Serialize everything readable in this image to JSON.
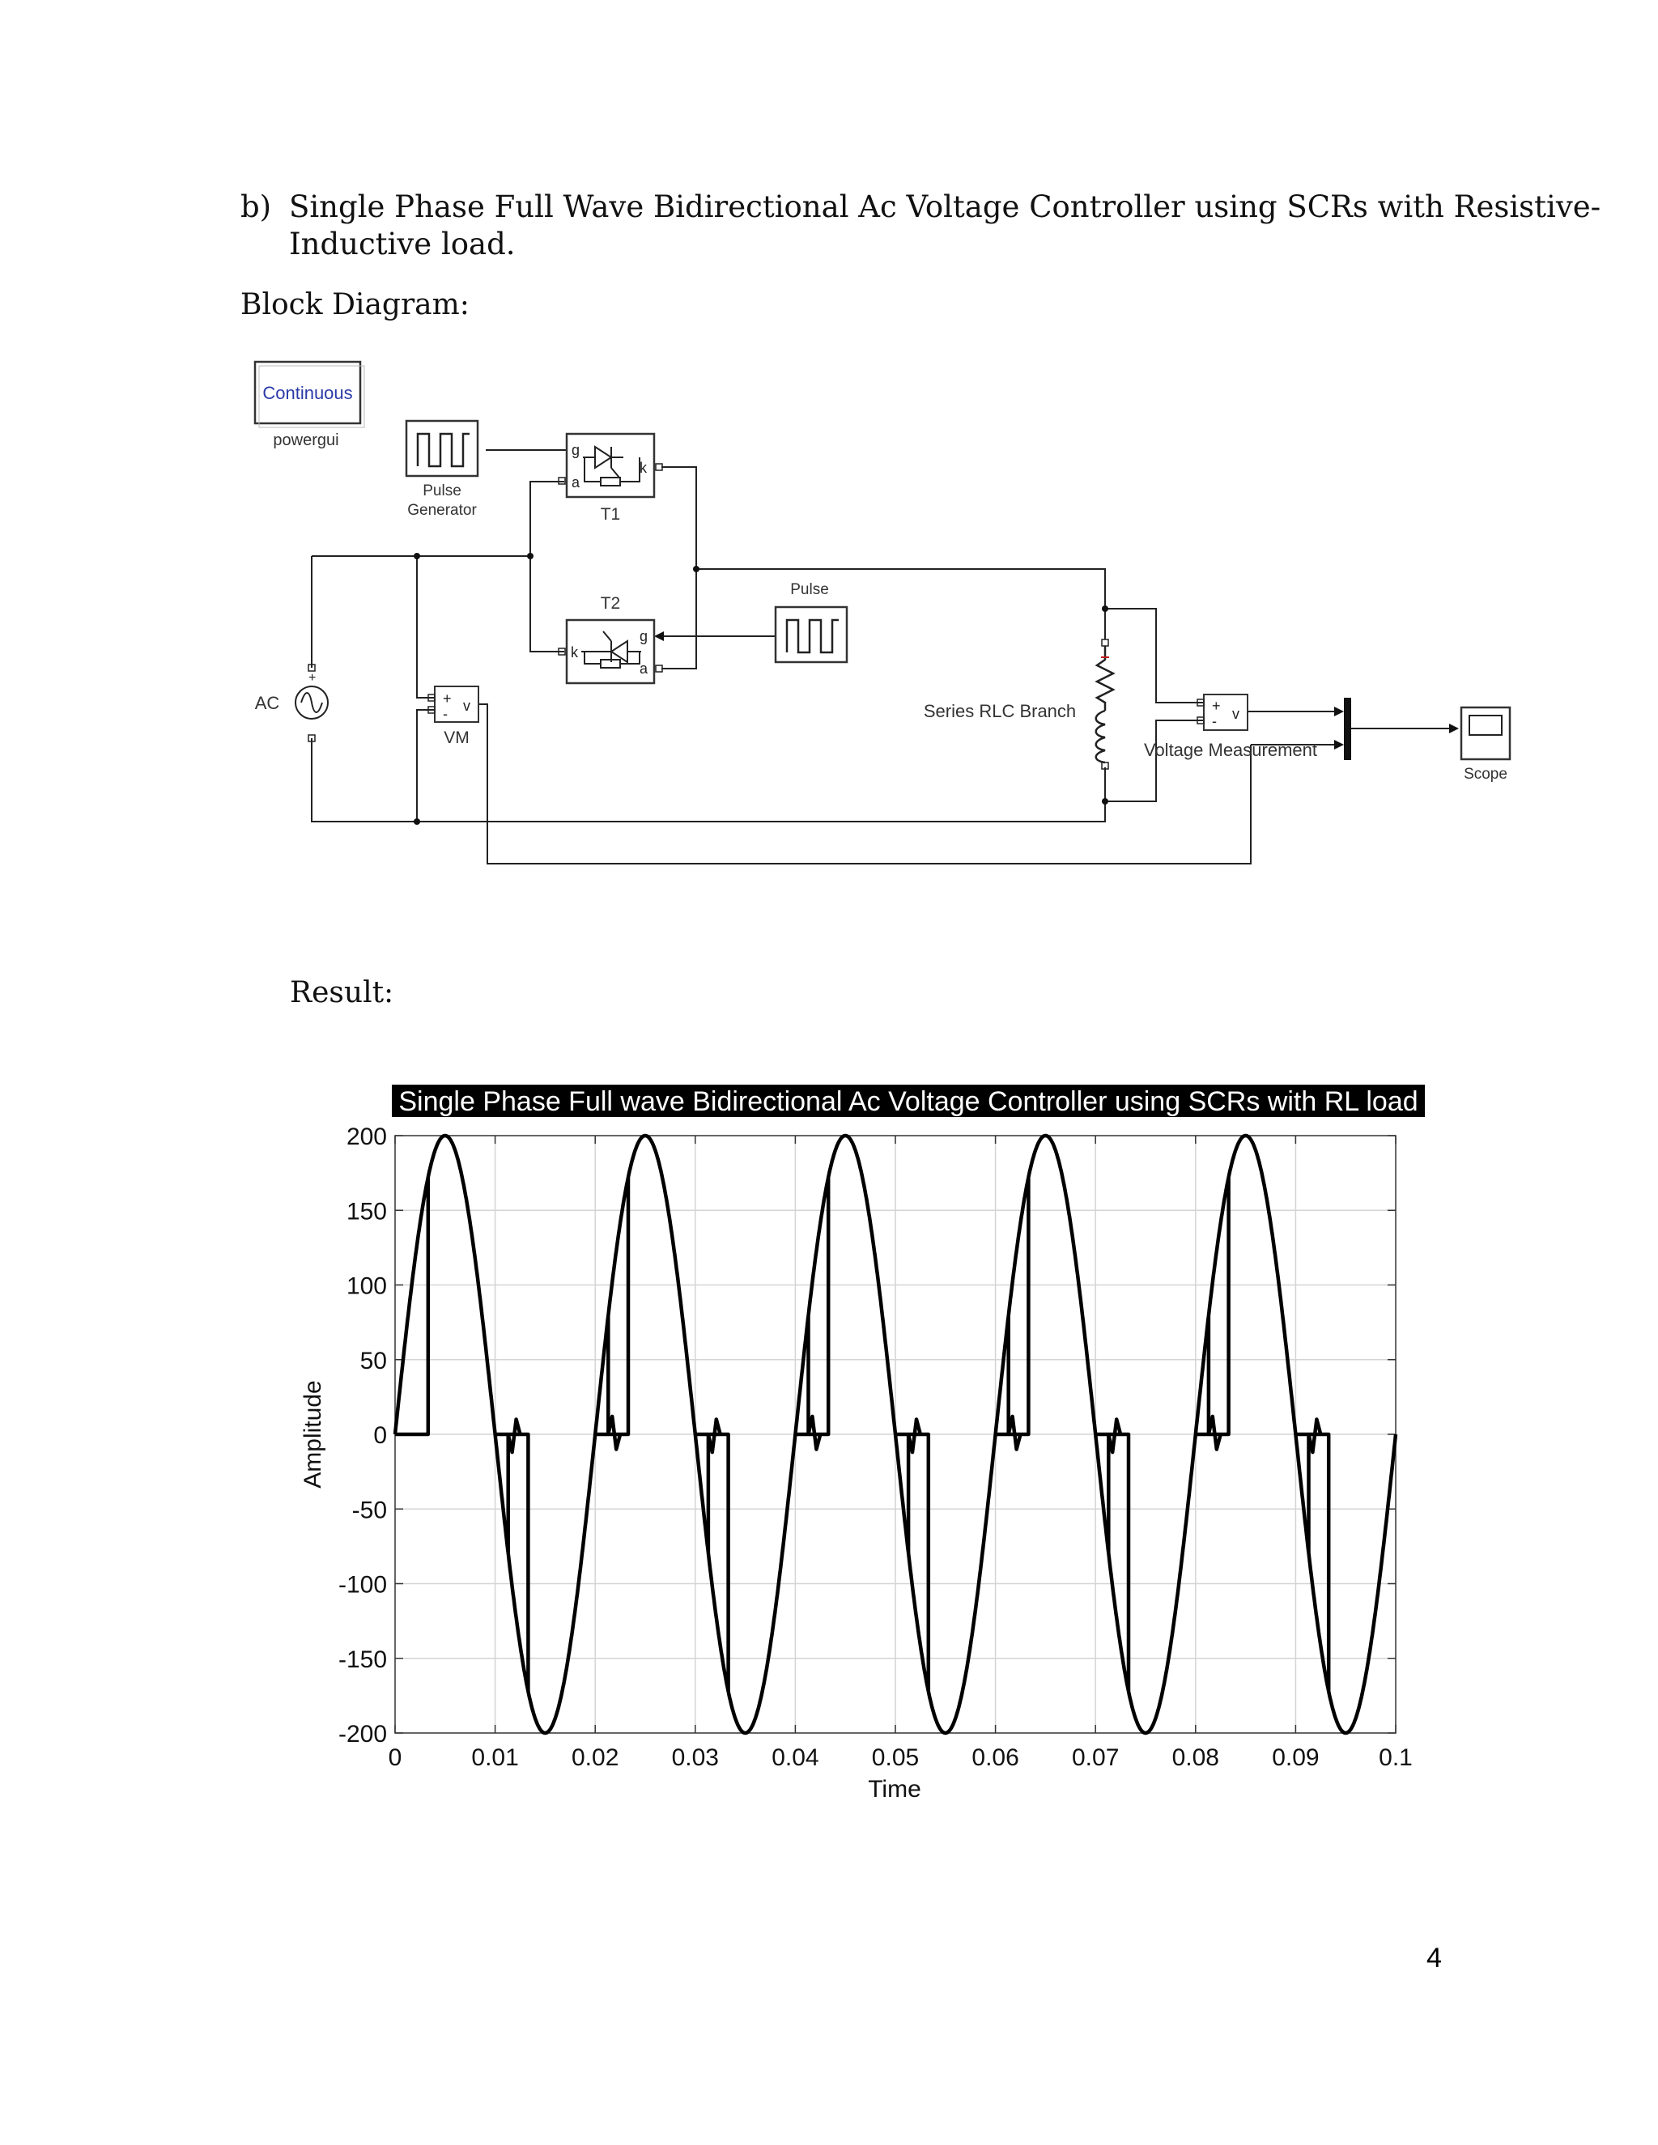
{
  "heading": {
    "marker": "b)",
    "line1": "Single Phase Full Wave Bidirectional Ac Voltage Controller using SCRs with Resistive-",
    "line2": "Inductive load."
  },
  "block_diagram_label": "Block Diagram:",
  "result_label": "Result:",
  "diagram": {
    "powergui_mode": "Continuous",
    "powergui_label": "powergui",
    "pulse_generator_label_1": "Pulse",
    "pulse_generator_label_2": "Generator",
    "t1_label": "T1",
    "t2_label": "T2",
    "pulse2_label": "Pulse",
    "ac_label": "AC",
    "vm_label": "VM",
    "rlc_label": "Series RLC Branch",
    "voltage_measurement_label": "Voltage Measurement",
    "scope_label": "Scope",
    "port_g": "g",
    "port_a": "a",
    "port_k": "k",
    "port_plus": "+",
    "port_minus": "-",
    "port_v": "v"
  },
  "chart_data": {
    "type": "line",
    "title": "Single Phase Full wave Bidirectional Ac Voltage Controller using SCRs with RL load",
    "xlabel": "Time",
    "ylabel": "Amplitude",
    "xlim": [
      0,
      0.1
    ],
    "ylim": [
      -200,
      200
    ],
    "xticks": [
      "0",
      "0.01",
      "0.02",
      "0.03",
      "0.04",
      "0.05",
      "0.06",
      "0.07",
      "0.08",
      "0.09",
      "0.1"
    ],
    "yticks": [
      "200",
      "150",
      "100",
      "50",
      "0",
      "-50",
      "-100",
      "-150",
      "-200"
    ],
    "grid": true,
    "series": [
      {
        "peak_amplitude": 200,
        "frequency_hz": 50,
        "firing_delay_s": 0.0033,
        "conduction_end_delay_s": 0.0013,
        "color": "#000000"
      }
    ]
  },
  "page_number": "4"
}
